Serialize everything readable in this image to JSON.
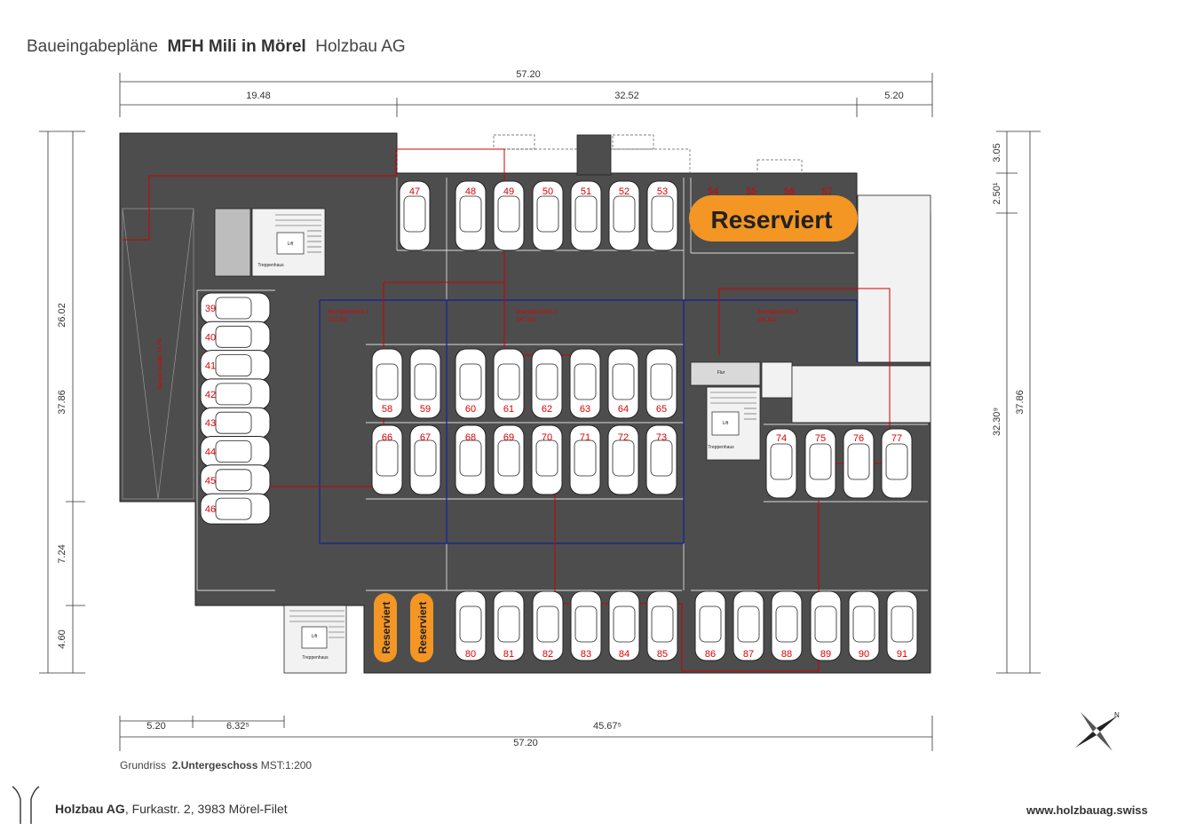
{
  "header": {
    "title_prefix": "Baueingabepläne",
    "title_project": "MFH  Mili  in  Mörel",
    "title_company": "Holzbau AG"
  },
  "caption": {
    "label": "Grundriss",
    "floor": "2.Untergeschoss",
    "scale": "MST:1:200"
  },
  "footer": {
    "company": "Holzbau  AG",
    "address": ", Furkastr. 2, 3983 Mörel-Filet",
    "website": "www.holzbauag.swiss"
  },
  "reserved_label": "Reserviert",
  "dimensions": {
    "top_total": "57.20",
    "top_seg1": "19.48",
    "top_seg2": "32.52",
    "top_seg3": "5.20",
    "bottom_seg1": "5.20",
    "bottom_seg2": "6.32⁵",
    "bottom_seg3": "45.67⁵",
    "bottom_total": "57.20",
    "left_total": "37.86",
    "left_seg1": "26.02",
    "left_seg2": "7.24",
    "left_seg3": "4.60",
    "right_total": "37.86",
    "right_seg1": "3.05",
    "right_seg2": "2.50¹",
    "right_seg3": "32.30⁹"
  },
  "zones": {
    "zone1": "Brandabschnitt 1",
    "zone1_area": "572.3m²",
    "zone2": "Brandabschnitt 2",
    "zone2_area": "547.6m²",
    "zone3": "Brandabschnitt 3",
    "zone3_area": "166.6m²",
    "ramp": "Rampe Gefälle 14.7%",
    "lift": "Lift",
    "stairs": "Treppenhaus",
    "flur": "Flur"
  },
  "parking_numbers": {
    "left_column": [
      "39",
      "40",
      "41",
      "42",
      "43",
      "44",
      "45",
      "46"
    ],
    "top_row": [
      "47",
      "48",
      "49",
      "50",
      "51",
      "52",
      "53"
    ],
    "top_right": [
      "54",
      "55",
      "56",
      "57"
    ],
    "mid_upper": [
      "58",
      "59",
      "60",
      "61",
      "62",
      "63",
      "64",
      "65"
    ],
    "mid_lower": [
      "66",
      "67",
      "68",
      "69",
      "70",
      "71",
      "72",
      "73"
    ],
    "right_mid": [
      "74",
      "75",
      "76",
      "77"
    ],
    "bottom_row": [
      "80",
      "81",
      "82",
      "83",
      "84",
      "85",
      "86",
      "87",
      "88",
      "89",
      "90",
      "91"
    ]
  },
  "colors": {
    "floor": "#4d4d4d",
    "reserved": "#f39624",
    "parking_number": "#d00000",
    "fire_line": "#d00000",
    "zone_line": "#1a2a8c"
  }
}
